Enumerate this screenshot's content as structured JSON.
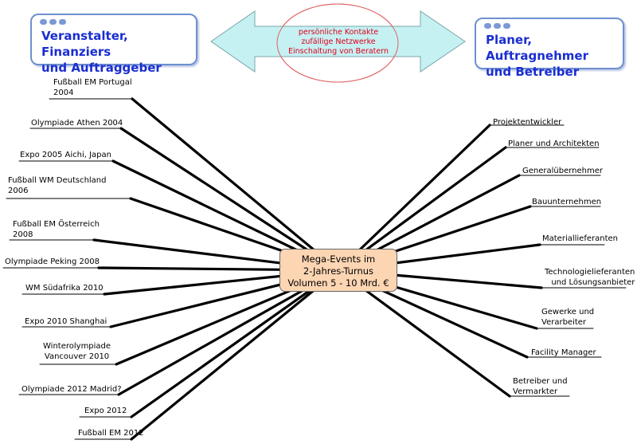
{
  "left_box": {
    "line1": "Veranstalter, Finanziers",
    "line2": "und Auftraggeber"
  },
  "right_box": {
    "line1": "Planer, Auftragnehmer",
    "line2": "und Betreiber"
  },
  "arrow": {
    "line1": "persönliche Kontakte",
    "line2": "zufällige Netzwerke",
    "line3": "Einschaltung von Beratern"
  },
  "center": {
    "line1": "Mega-Events im",
    "line2": "2-Jahres-Turnus",
    "line3": "Volumen 5 - 10 Mrd. €"
  },
  "left_items": [
    {
      "line1": "Fußball EM Portugal",
      "line2": "2004"
    },
    {
      "line1": "Olympiade Athen 2004",
      "line2": ""
    },
    {
      "line1": "Expo 2005 Aichi, Japan",
      "line2": ""
    },
    {
      "line1": "Fußball WM Deutschland",
      "line2": "2006"
    },
    {
      "line1": "Fußball EM Österreich",
      "line2": "2008"
    },
    {
      "line1": "Olympiade Peking 2008",
      "line2": ""
    },
    {
      "line1": "WM Südafrika 2010",
      "line2": ""
    },
    {
      "line1": "Expo 2010 Shanghai",
      "line2": ""
    },
    {
      "line1": "Winterolympiade",
      "line2": "Vancouver 2010"
    },
    {
      "line1": "Olympiade 2012 Madrid?",
      "line2": ""
    },
    {
      "line1": "Expo 2012",
      "line2": ""
    },
    {
      "line1": "Fußball EM 2012",
      "line2": ""
    }
  ],
  "right_items": [
    {
      "line1": "Projektentwickler",
      "line2": ""
    },
    {
      "line1": "Planer und Architekten",
      "line2": ""
    },
    {
      "line1": "Generalübernehmer",
      "line2": ""
    },
    {
      "line1": "Bauunternehmen",
      "line2": ""
    },
    {
      "line1": "Materiallieferanten",
      "line2": ""
    },
    {
      "line1": "Technologielieferanten",
      "line2": "und Lösungsanbieter"
    },
    {
      "line1": "Gewerke und",
      "line2": "Verarbeiter"
    },
    {
      "line1": "Facility Manager",
      "line2": ""
    },
    {
      "line1": "Betreiber und",
      "line2": "Vermarkter"
    }
  ],
  "colors": {
    "box_border": "#6f8fcf",
    "box_title": "#1a2ed0",
    "arrow_fill": "#c5f1f3",
    "ellipse": "#e06060",
    "center_fill": "#fcd5b3"
  }
}
